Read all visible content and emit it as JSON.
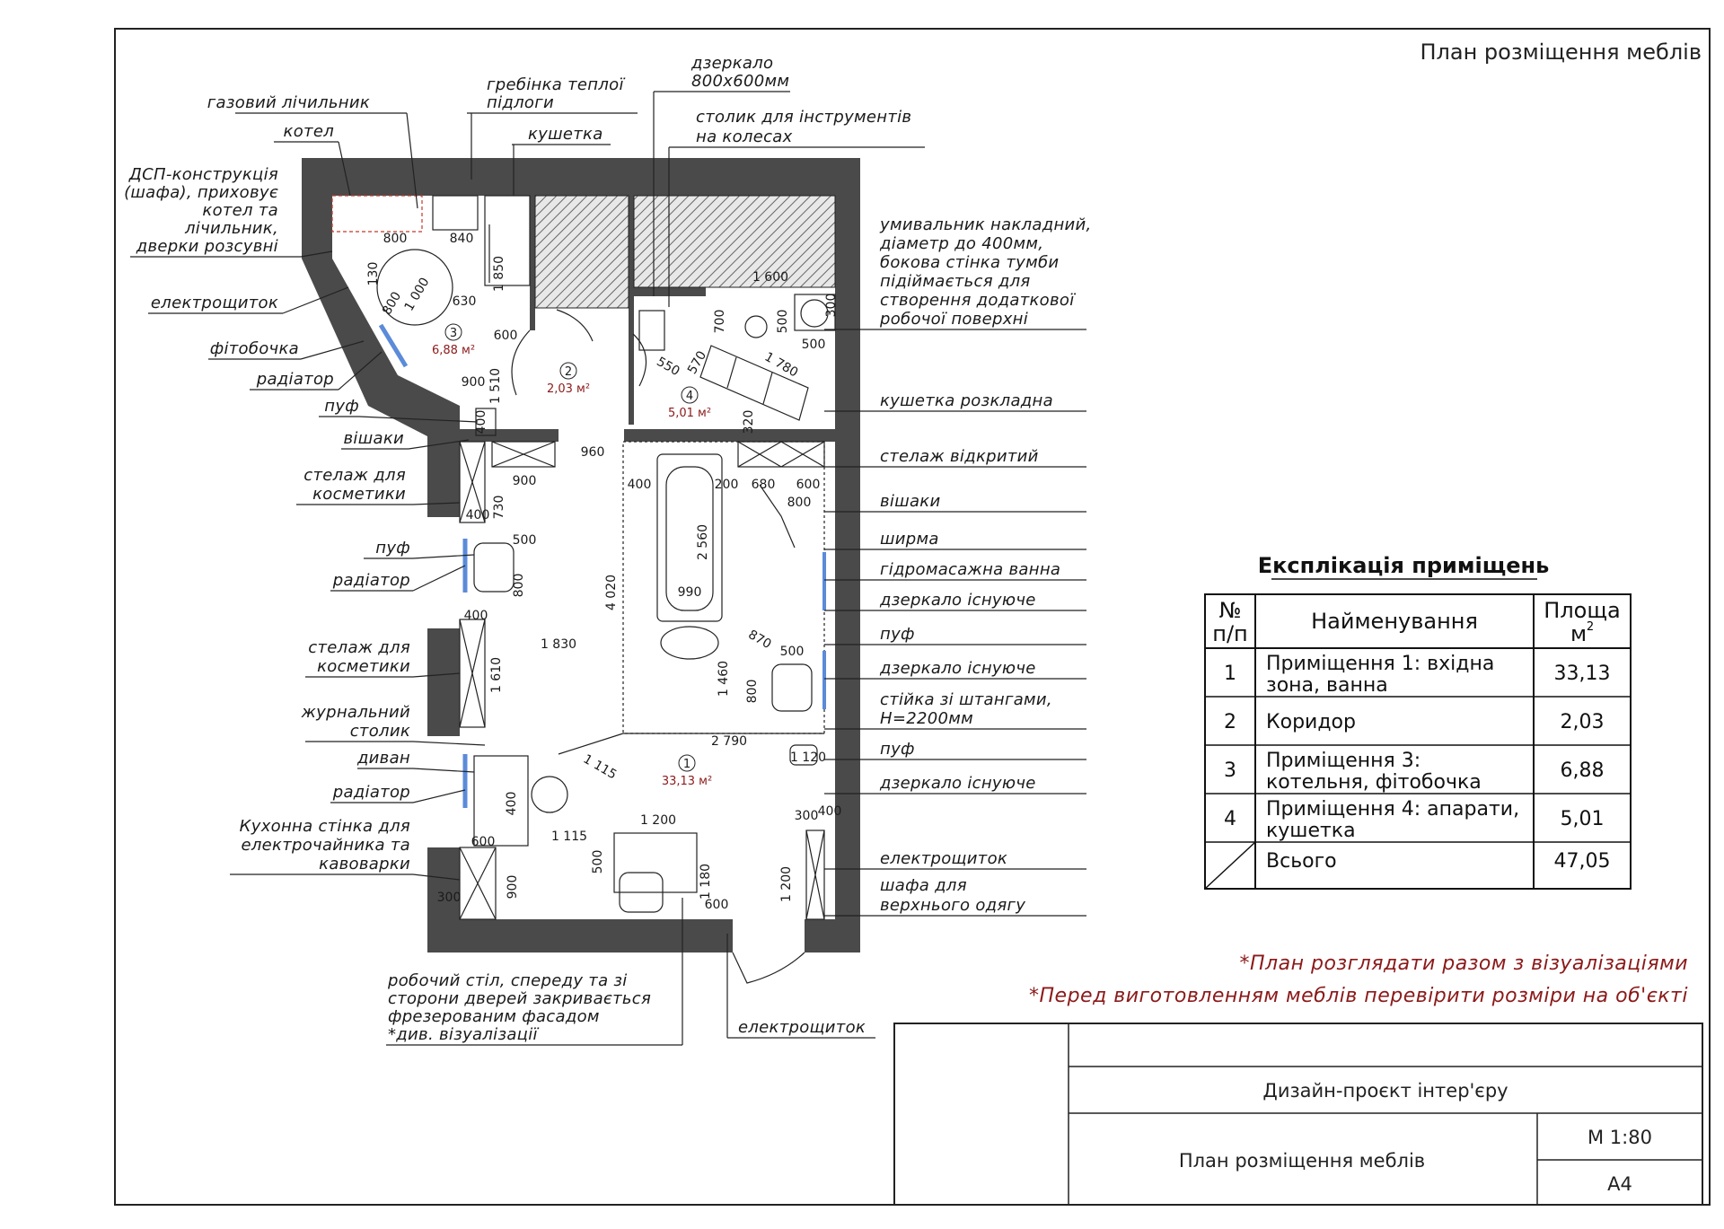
{
  "sheet": {
    "top_title": "План розміщення меблів",
    "titleblock": {
      "project": "Дизайн-проєкт інтер'єру",
      "sheet_name": "План розміщення меблів",
      "scale": "М 1:80",
      "format": "А4"
    },
    "notes": [
      "*План розглядати разом з візуалізаціями",
      "*Перед виготовленням меблів перевірити розміри на об'єкті"
    ]
  },
  "labels_left": [
    "газовий лічильник",
    "котел",
    "ДСП-конструкція",
    "(шафа), приховує",
    "котел та",
    "лічильник,",
    "дверки розсувні",
    "електрощиток",
    "фітобочка",
    "радіатор",
    "пуф",
    "вішаки",
    "стелаж для",
    "косметики",
    "пуф",
    "радіатор",
    "стелаж для",
    "косметики",
    "журнальний",
    "столик",
    "диван",
    "радіатор",
    "Кухонна стінка для",
    "електрочайника та",
    "кавоварки"
  ],
  "labels_top": [
    "гребінка теплої",
    "підлоги",
    "кушетка",
    "дзеркало",
    "800х600мм",
    "столик для інструментів",
    "на колесах"
  ],
  "labels_right": [
    "умивальник накладний,",
    "діаметр до 400мм,",
    "бокова стінка тумби",
    "підіймається для",
    "створення додаткової",
    "робочої поверхні",
    "кушетка розкладна",
    "стелаж відкритий",
    "вішаки",
    "ширма",
    "гідромасажна ванна",
    "дзеркало існуюче",
    "пуф",
    "дзеркало існуюче",
    "стійка зі штангами,",
    "Н=2200мм",
    "пуф",
    "дзеркало існуюче",
    "електрощиток",
    "шафа для",
    "верхнього одягу"
  ],
  "labels_bottom": [
    "робочий стіл, спереду та зі",
    "сторони дверей закривається",
    "фрезерованим фасадом",
    "*див. візуалізації",
    "електрощиток"
  ],
  "dimensions": [
    "800",
    "840",
    "130",
    "1 850",
    "1 000",
    "800",
    "630",
    "600",
    "900",
    "1 510",
    "400",
    "1 600",
    "700",
    "500",
    "1 780",
    "500",
    "550",
    "570",
    "320",
    "300",
    "960",
    "900",
    "400",
    "730",
    "400",
    "200",
    "680",
    "600",
    "800",
    "2 560",
    "500",
    "800",
    "400",
    "4 020",
    "990",
    "1 830",
    "1 610",
    "870",
    "500",
    "1 460",
    "800",
    "2 790",
    "1 120",
    "400",
    "1 115",
    "600",
    "500",
    "1 115",
    "1 200",
    "900",
    "1 180",
    "300",
    "1 200",
    "300",
    "600",
    "400"
  ],
  "room_markers": [
    {
      "no": "1",
      "area": "33,13 м²"
    },
    {
      "no": "2",
      "area": "2,03 м²"
    },
    {
      "no": "3",
      "area": "6,88 м²"
    },
    {
      "no": "4",
      "area": "5,01 м²"
    }
  ],
  "explication": {
    "title": "Експлікація приміщень",
    "headers": {
      "no_top": "№",
      "no_bottom": "п/п",
      "name": "Найменування",
      "area_top": "Площа",
      "area_unit": "м",
      "area_sup": "2"
    },
    "rows": [
      {
        "no": "1",
        "name1": "Приміщення 1: вхідна",
        "name2": "зона, ванна",
        "area": "33,13"
      },
      {
        "no": "2",
        "name1": "Коридор",
        "name2": "",
        "area": "2,03"
      },
      {
        "no": "3",
        "name1": "Приміщення 3:",
        "name2": "котельня, фітобочка",
        "area": "6,88"
      },
      {
        "no": "4",
        "name1": "Приміщення 4: апарати,",
        "name2": "кушетка",
        "area": "5,01"
      }
    ],
    "total": {
      "name": "Всього",
      "area": "47,05"
    }
  }
}
